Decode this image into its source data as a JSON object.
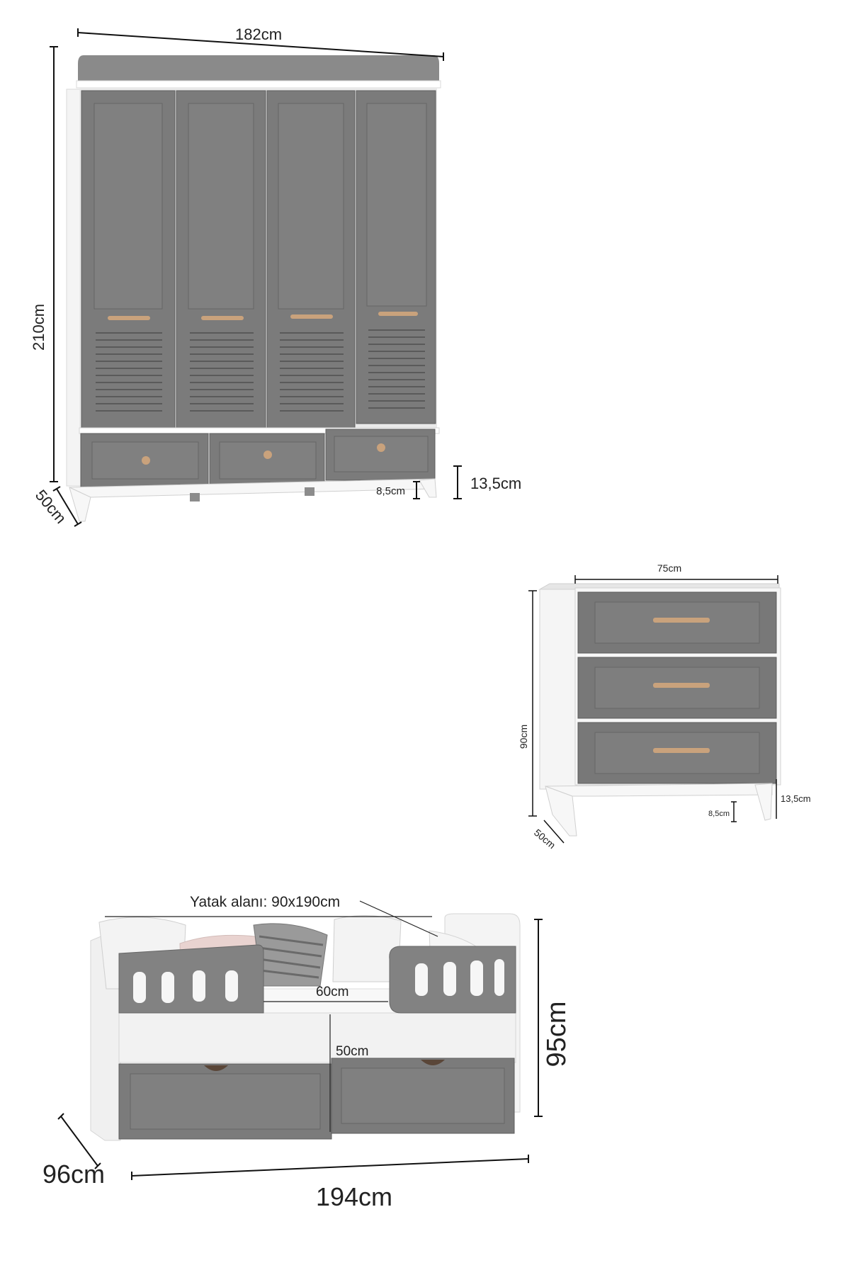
{
  "wardrobe": {
    "width_label": "182cm",
    "height_label": "210cm",
    "depth_label": "50cm",
    "plinth_label": "13,5cm",
    "leg_label": "8,5cm",
    "doors": 4,
    "drawers": 3
  },
  "dresser": {
    "width_label": "75cm",
    "height_label": "90cm",
    "depth_label": "50cm",
    "plinth_label": "13,5cm",
    "leg_label": "8,5cm",
    "drawers": 3
  },
  "bed": {
    "area_label": "Yatak alanı: 90x190cm",
    "opening_label": "60cm",
    "panel_label": "50cm",
    "height_label": "95cm",
    "depth_label": "96cm",
    "width_label": "194cm"
  },
  "colors": {
    "panel_grey": "#7a7a7a",
    "frame_white": "#f2f2f2",
    "handle_wood": "#c9a27c",
    "dimension_line": "#111111"
  }
}
